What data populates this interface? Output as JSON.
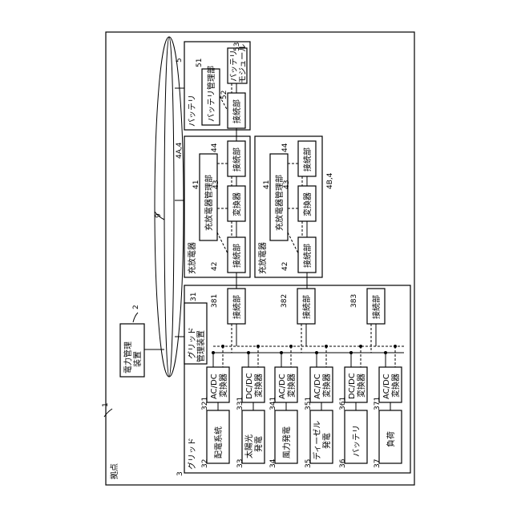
{
  "diagram": {
    "refs": {
      "site": "1",
      "power_mgmt": "2",
      "grid": "3",
      "network": "9",
      "battery_group": "5",
      "charger_a": "4A,4",
      "charger_b": "4B,4",
      "grid_mgmt": "31",
      "grid_sources": [
        "32",
        "33",
        "34",
        "35",
        "36",
        "37"
      ],
      "converters": [
        "321",
        "331",
        "341",
        "351",
        "361",
        "371"
      ],
      "connectors": [
        "381",
        "382",
        "383"
      ],
      "charger_mgr": "41",
      "charger_conn_left": "42",
      "charger_conv": "43",
      "charger_conn_right": "44",
      "battery_mgr": "51",
      "battery_conn": "52",
      "battery_module": "53"
    },
    "labels": {
      "site": "拠点",
      "power_mgmt": "電力管理装置",
      "grid": "グリッド",
      "grid_mgmt": "グリッド管理装置",
      "connector": "接続部",
      "charger": "充放電器",
      "charger_mgr": "充放電器管理部",
      "converter": "変換器",
      "battery": "バッテリ",
      "battery_mgr": "バッテリ管理部",
      "battery_module": "バッテリモジュール"
    },
    "sources": [
      "配電系統",
      "太陽光発電",
      "風力発電",
      "ディーゼル発電",
      "バッテリ",
      "負荷"
    ],
    "converters": [
      "AC/DC変換器",
      "DC/DC変換器",
      "AC/DC変換器",
      "AC/DC変換器",
      "DC/DC変換器",
      "AC/DC変換器"
    ]
  }
}
